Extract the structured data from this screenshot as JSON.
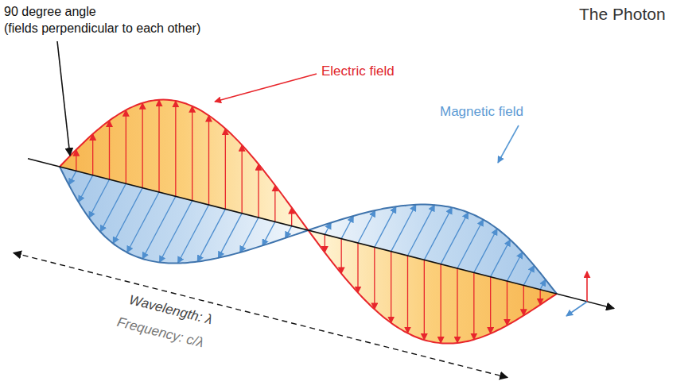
{
  "diagram": {
    "title": "The Photon",
    "labels": [
      "90 degree angle",
      "(fields perpendicular to each other)",
      "Electric field",
      "Magnetic field",
      "Wavelength: λ",
      "Frequency: c/λ"
    ]
  }
}
